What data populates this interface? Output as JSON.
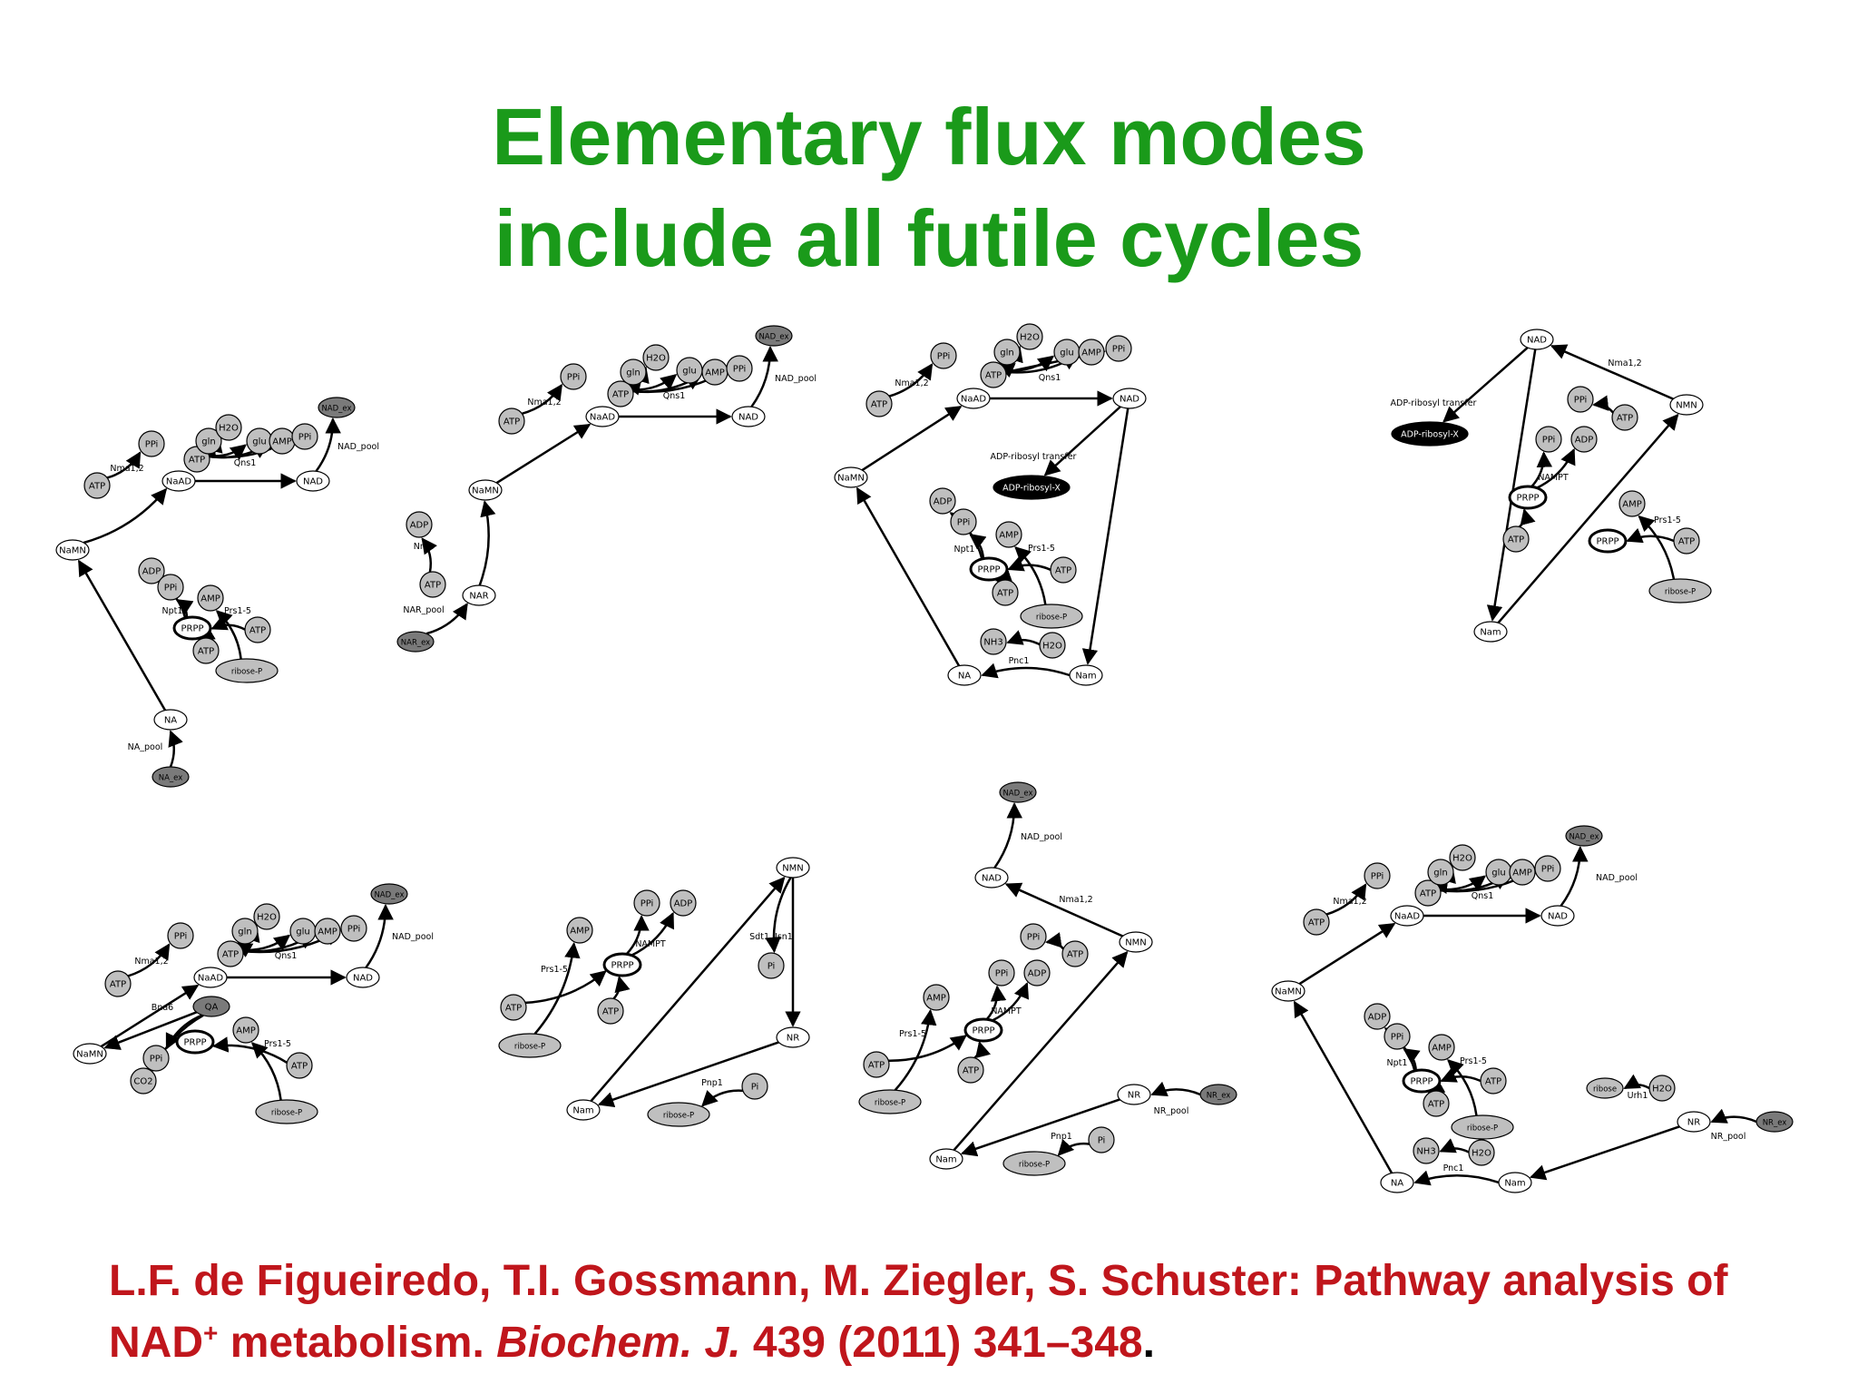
{
  "slide": {
    "title_line1": "Elementary flux modes",
    "title_line2": "include all futile cycles",
    "citation": {
      "authors": "L.F. de Figueiredo, T.I. Gossmann, M. Ziegler, S. Schuster: Pathway analysis of NAD",
      "superscript": "+",
      "title_end": " metabolism. ",
      "journal": "Biochem. J.",
      "volume_pages": " 439 (2011) 341–348",
      "final_period": "."
    }
  },
  "colors": {
    "title": "#1a9a1a",
    "citation": "#c0161c",
    "node_white": "#ffffff",
    "node_gray": "#bfbfbf",
    "node_dark": "#7a7a7a",
    "node_black": "#000000"
  },
  "diagrams": [
    {
      "id": "d1",
      "nodes": [
        {
          "id": "NaMN",
          "label": "NaMN",
          "type": "white"
        },
        {
          "id": "ATP1",
          "label": "ATP",
          "type": "gray"
        },
        {
          "id": "PPi1",
          "label": "PPi",
          "type": "gray"
        },
        {
          "id": "NaAD",
          "label": "NaAD",
          "type": "white"
        },
        {
          "id": "ATP2",
          "label": "ATP",
          "type": "gray"
        },
        {
          "id": "gln",
          "label": "gln",
          "type": "gray"
        },
        {
          "id": "H2O",
          "label": "H2O",
          "type": "gray"
        },
        {
          "id": "glu",
          "label": "glu",
          "type": "gray"
        },
        {
          "id": "AMP",
          "label": "AMP",
          "type": "gray"
        },
        {
          "id": "PPi2",
          "label": "PPi",
          "type": "gray"
        },
        {
          "id": "NAD",
          "label": "NAD",
          "type": "white"
        },
        {
          "id": "NADex",
          "label": "NAD_ex",
          "type": "dark"
        },
        {
          "id": "ADP",
          "label": "ADP",
          "type": "gray"
        },
        {
          "id": "PPi3",
          "label": "PPi",
          "type": "gray"
        },
        {
          "id": "PRPP",
          "label": "PRPP",
          "type": "prpp"
        },
        {
          "id": "AMP2",
          "label": "AMP",
          "type": "gray"
        },
        {
          "id": "ATP3",
          "label": "ATP",
          "type": "gray"
        },
        {
          "id": "ATP4",
          "label": "ATP",
          "type": "gray"
        },
        {
          "id": "riboseP",
          "label": "ribose-P",
          "type": "gray"
        },
        {
          "id": "NA",
          "label": "NA",
          "type": "white"
        },
        {
          "id": "NAex",
          "label": "NA_ex",
          "type": "dark"
        }
      ],
      "labels": [
        "Nma1,2",
        "Qns1",
        "NAD_pool",
        "Npt1",
        "Prs1-5",
        "NA_pool"
      ]
    },
    {
      "id": "d2",
      "nodes": [
        {
          "id": "NARex",
          "label": "NAR_ex",
          "type": "dark"
        },
        {
          "id": "NAR",
          "label": "NAR",
          "type": "white"
        },
        {
          "id": "ADP",
          "label": "ADP",
          "type": "gray"
        },
        {
          "id": "ATP1",
          "label": "ATP",
          "type": "gray"
        },
        {
          "id": "NaMN",
          "label": "NaMN",
          "type": "white"
        },
        {
          "id": "ATP2",
          "label": "ATP",
          "type": "gray"
        },
        {
          "id": "PPi1",
          "label": "PPi",
          "type": "gray"
        },
        {
          "id": "NaAD",
          "label": "NaAD",
          "type": "white"
        },
        {
          "id": "ATP3",
          "label": "ATP",
          "type": "gray"
        },
        {
          "id": "gln",
          "label": "gln",
          "type": "gray"
        },
        {
          "id": "H2O",
          "label": "H2O",
          "type": "gray"
        },
        {
          "id": "glu",
          "label": "glu",
          "type": "gray"
        },
        {
          "id": "AMP",
          "label": "AMP",
          "type": "gray"
        },
        {
          "id": "PPi2",
          "label": "PPi",
          "type": "gray"
        },
        {
          "id": "NAD",
          "label": "NAD",
          "type": "white"
        },
        {
          "id": "NADex",
          "label": "NAD_ex",
          "type": "dark"
        }
      ],
      "labels": [
        "NAR_pool",
        "Nrk1",
        "Nma1,2",
        "Qns1",
        "NAD_pool"
      ]
    },
    {
      "id": "d3",
      "nodes": [
        {
          "id": "NaMN",
          "label": "NaMN",
          "type": "white"
        },
        {
          "id": "ATP1",
          "label": "ATP",
          "type": "gray"
        },
        {
          "id": "PPi1",
          "label": "PPi",
          "type": "gray"
        },
        {
          "id": "NaAD",
          "label": "NaAD",
          "type": "white"
        },
        {
          "id": "ATP2",
          "label": "ATP",
          "type": "gray"
        },
        {
          "id": "gln",
          "label": "gln",
          "type": "gray"
        },
        {
          "id": "H2O",
          "label": "H2O",
          "type": "gray"
        },
        {
          "id": "glu",
          "label": "glu",
          "type": "gray"
        },
        {
          "id": "AMP",
          "label": "AMP",
          "type": "gray"
        },
        {
          "id": "PPi2",
          "label": "PPi",
          "type": "gray"
        },
        {
          "id": "NAD",
          "label": "NAD",
          "type": "white"
        },
        {
          "id": "ADPX",
          "label": "ADP-ribosyl-X",
          "type": "black"
        },
        {
          "id": "ADP",
          "label": "ADP",
          "type": "gray"
        },
        {
          "id": "PPi3",
          "label": "PPi",
          "type": "gray"
        },
        {
          "id": "AMP2",
          "label": "AMP",
          "type": "gray"
        },
        {
          "id": "PRPP",
          "label": "PRPP",
          "type": "prpp"
        },
        {
          "id": "ATP3",
          "label": "ATP",
          "type": "gray"
        },
        {
          "id": "ATP4",
          "label": "ATP",
          "type": "gray"
        },
        {
          "id": "riboseP",
          "label": "ribose-P",
          "type": "gray"
        },
        {
          "id": "NH3",
          "label": "NH3",
          "type": "gray"
        },
        {
          "id": "H2O2",
          "label": "H2O",
          "type": "gray"
        },
        {
          "id": "NA",
          "label": "NA",
          "type": "white"
        },
        {
          "id": "Nam",
          "label": "Nam",
          "type": "white"
        }
      ],
      "labels": [
        "Nma1,2",
        "Qns1",
        "ADP-ribosyl transfer",
        "Npt1",
        "Prs1-5",
        "Pnc1"
      ]
    },
    {
      "id": "d4",
      "nodes": [
        {
          "id": "NAD",
          "label": "NAD",
          "type": "white"
        },
        {
          "id": "ADPX",
          "label": "ADP-ribosyl-X",
          "type": "black"
        },
        {
          "id": "PPi",
          "label": "PPi",
          "type": "gray"
        },
        {
          "id": "ATP1",
          "label": "ATP",
          "type": "gray"
        },
        {
          "id": "NMN",
          "label": "NMN",
          "type": "white"
        },
        {
          "id": "PPi2",
          "label": "PPi",
          "type": "gray"
        },
        {
          "id": "ADP",
          "label": "ADP",
          "type": "gray"
        },
        {
          "id": "PRPP",
          "label": "PRPP",
          "type": "prpp"
        },
        {
          "id": "ATP2",
          "label": "ATP",
          "type": "gray"
        },
        {
          "id": "AMP",
          "label": "AMP",
          "type": "gray"
        },
        {
          "id": "PRPP2",
          "label": "PRPP",
          "type": "prpp"
        },
        {
          "id": "ATP3",
          "label": "ATP",
          "type": "gray"
        },
        {
          "id": "riboseP",
          "label": "ribose-P",
          "type": "gray"
        },
        {
          "id": "Nam",
          "label": "Nam",
          "type": "white"
        }
      ],
      "labels": [
        "Nma1,2",
        "ADP-ribosyl transfer",
        "NAMPT",
        "Prs1-5"
      ]
    },
    {
      "id": "d5",
      "nodes": [
        {
          "id": "NaMN",
          "label": "NaMN",
          "type": "white"
        },
        {
          "id": "ATP1",
          "label": "ATP",
          "type": "gray"
        },
        {
          "id": "PPi1",
          "label": "PPi",
          "type": "gray"
        },
        {
          "id": "NaAD",
          "label": "NaAD",
          "type": "white"
        },
        {
          "id": "ATP2",
          "label": "ATP",
          "type": "gray"
        },
        {
          "id": "gln",
          "label": "gln",
          "type": "gray"
        },
        {
          "id": "H2O",
          "label": "H2O",
          "type": "gray"
        },
        {
          "id": "glu",
          "label": "glu",
          "type": "gray"
        },
        {
          "id": "AMP",
          "label": "AMP",
          "type": "gray"
        },
        {
          "id": "PPi2",
          "label": "PPi",
          "type": "gray"
        },
        {
          "id": "NAD",
          "label": "NAD",
          "type": "white"
        },
        {
          "id": "NADex",
          "label": "NAD_ex",
          "type": "dark"
        },
        {
          "id": "QA",
          "label": "QA",
          "type": "dark"
        },
        {
          "id": "PPi3",
          "label": "PPi",
          "type": "gray"
        },
        {
          "id": "CO2",
          "label": "CO2",
          "type": "gray"
        },
        {
          "id": "PRPP",
          "label": "PRPP",
          "type": "prpp"
        },
        {
          "id": "AMP2",
          "label": "AMP",
          "type": "gray"
        },
        {
          "id": "ATP3",
          "label": "ATP",
          "type": "gray"
        },
        {
          "id": "riboseP",
          "label": "ribose-P",
          "type": "gray"
        }
      ],
      "labels": [
        "Nma1,2",
        "Qns1",
        "NAD_pool",
        "Bna6",
        "Prs1-5"
      ]
    },
    {
      "id": "d6",
      "nodes": [
        {
          "id": "AMP",
          "label": "AMP",
          "type": "gray"
        },
        {
          "id": "PPi",
          "label": "PPi",
          "type": "gray"
        },
        {
          "id": "ADP",
          "label": "ADP",
          "type": "gray"
        },
        {
          "id": "PRPP",
          "label": "PRPP",
          "type": "prpp"
        },
        {
          "id": "ATP1",
          "label": "ATP",
          "type": "gray"
        },
        {
          "id": "ATP2",
          "label": "ATP",
          "type": "gray"
        },
        {
          "id": "riboseP",
          "label": "ribose-P",
          "type": "gray"
        },
        {
          "id": "NMN",
          "label": "NMN",
          "type": "white"
        },
        {
          "id": "Pi1",
          "label": "Pi",
          "type": "gray"
        },
        {
          "id": "NR",
          "label": "NR",
          "type": "white"
        },
        {
          "id": "Pi2",
          "label": "Pi",
          "type": "gray"
        },
        {
          "id": "riboseP2",
          "label": "ribose-P",
          "type": "gray"
        },
        {
          "id": "Nam",
          "label": "Nam",
          "type": "white"
        }
      ],
      "labels": [
        "Prs1-5",
        "NAMPT",
        "Sdt1, Isn1",
        "Pnp1"
      ]
    },
    {
      "id": "d7",
      "nodes": [
        {
          "id": "NADex",
          "label": "NAD_ex",
          "type": "dark"
        },
        {
          "id": "NAD",
          "label": "NAD",
          "type": "white"
        },
        {
          "id": "PPi1",
          "label": "PPi",
          "type": "gray"
        },
        {
          "id": "ATP1",
          "label": "ATP",
          "type": "gray"
        },
        {
          "id": "NMN",
          "label": "NMN",
          "type": "white"
        },
        {
          "id": "AMP",
          "label": "AMP",
          "type": "gray"
        },
        {
          "id": "PPi2",
          "label": "PPi",
          "type": "gray"
        },
        {
          "id": "ADP",
          "label": "ADP",
          "type": "gray"
        },
        {
          "id": "PRPP",
          "label": "PRPP",
          "type": "prpp"
        },
        {
          "id": "ATP2",
          "label": "ATP",
          "type": "gray"
        },
        {
          "id": "ATP3",
          "label": "ATP",
          "type": "gray"
        },
        {
          "id": "riboseP",
          "label": "ribose-P",
          "type": "gray"
        },
        {
          "id": "NR",
          "label": "NR",
          "type": "white"
        },
        {
          "id": "NRex",
          "label": "NR_ex",
          "type": "dark"
        },
        {
          "id": "Pi",
          "label": "Pi",
          "type": "gray"
        },
        {
          "id": "riboseP2",
          "label": "ribose-P",
          "type": "gray"
        },
        {
          "id": "Nam",
          "label": "Nam",
          "type": "white"
        }
      ],
      "labels": [
        "NAD_pool",
        "Nma1,2",
        "Prs1-5",
        "NAMPT",
        "NR_pool",
        "Pnp1"
      ]
    },
    {
      "id": "d8",
      "nodes": [
        {
          "id": "NaMN",
          "label": "NaMN",
          "type": "white"
        },
        {
          "id": "ATP1",
          "label": "ATP",
          "type": "gray"
        },
        {
          "id": "PPi1",
          "label": "PPi",
          "type": "gray"
        },
        {
          "id": "NaAD",
          "label": "NaAD",
          "type": "white"
        },
        {
          "id": "ATP2",
          "label": "ATP",
          "type": "gray"
        },
        {
          "id": "gln",
          "label": "gln",
          "type": "gray"
        },
        {
          "id": "H2O",
          "label": "H2O",
          "type": "gray"
        },
        {
          "id": "glu",
          "label": "glu",
          "type": "gray"
        },
        {
          "id": "AMP",
          "label": "AMP",
          "type": "gray"
        },
        {
          "id": "PPi2",
          "label": "PPi",
          "type": "gray"
        },
        {
          "id": "NAD",
          "label": "NAD",
          "type": "white"
        },
        {
          "id": "NADex",
          "label": "NAD_ex",
          "type": "dark"
        },
        {
          "id": "ADP",
          "label": "ADP",
          "type": "gray"
        },
        {
          "id": "PPi3",
          "label": "PPi",
          "type": "gray"
        },
        {
          "id": "AMP2",
          "label": "AMP",
          "type": "gray"
        },
        {
          "id": "PRPP",
          "label": "PRPP",
          "type": "prpp"
        },
        {
          "id": "ATP3",
          "label": "ATP",
          "type": "gray"
        },
        {
          "id": "ATP4",
          "label": "ATP",
          "type": "gray"
        },
        {
          "id": "riboseP",
          "label": "ribose-P",
          "type": "gray"
        },
        {
          "id": "ribose",
          "label": "ribose",
          "type": "gray"
        },
        {
          "id": "H2O2",
          "label": "H2O",
          "type": "gray"
        },
        {
          "id": "NR",
          "label": "NR",
          "type": "white"
        },
        {
          "id": "NRex",
          "label": "NR_ex",
          "type": "dark"
        },
        {
          "id": "NH3",
          "label": "NH3",
          "type": "gray"
        },
        {
          "id": "H2O3",
          "label": "H2O",
          "type": "gray"
        },
        {
          "id": "NA",
          "label": "NA",
          "type": "white"
        },
        {
          "id": "Nam",
          "label": "Nam",
          "type": "white"
        }
      ],
      "labels": [
        "Nma1,2",
        "Qns1",
        "NAD_pool",
        "Npt1",
        "Prs1-5",
        "Urh1",
        "NR_pool",
        "Pnc1"
      ]
    }
  ]
}
